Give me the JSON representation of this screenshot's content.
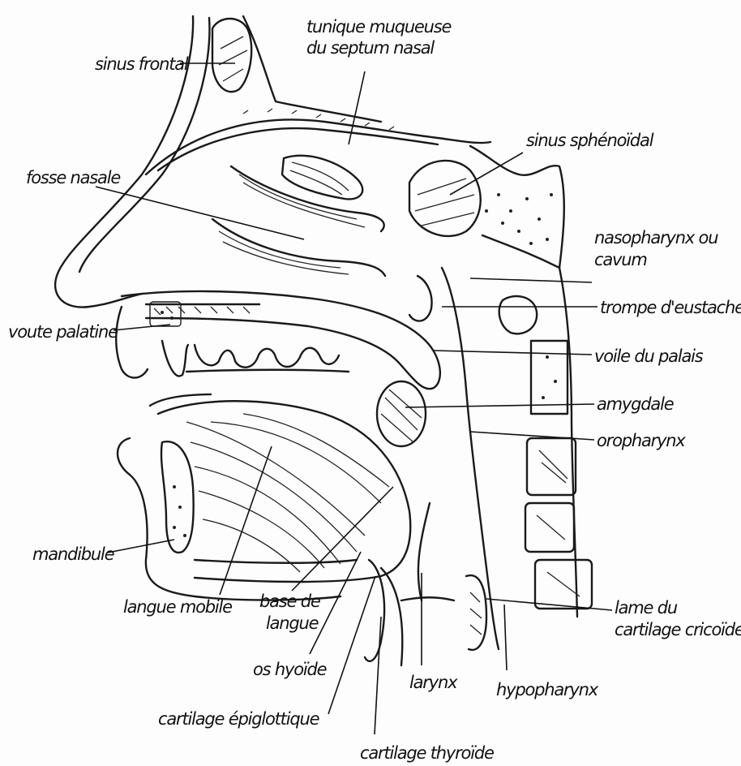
{
  "diagram": {
    "labels": {
      "sinus_frontal": "sinus frontal",
      "tunique_1": "tunique muqueuse",
      "tunique_2": "du septum nasal",
      "sinus_sphenoidal": "sinus sphénoïdal",
      "fosse_nasale": "fosse nasale",
      "nasopharynx_1": "nasopharynx ou",
      "nasopharynx_2": "cavum",
      "trompe": "trompe d'eustache",
      "voute": "voute palatine",
      "voile": "voile du palais",
      "amygdale": "amygdale",
      "oropharynx": "oropharynx",
      "mandibule": "mandibule",
      "langue_mobile": "langue mobile",
      "base_1": "base de",
      "base_2": "langue",
      "os_hyoide": "os hyoïde",
      "lame_1": "lame du",
      "lame_2": "cartilage cricoïde",
      "larynx": "larynx",
      "hypopharynx": "hypopharynx",
      "cartilage_epi": "cartilage épiglottique",
      "cartilage_thy": "cartilage thyroïde"
    }
  }
}
